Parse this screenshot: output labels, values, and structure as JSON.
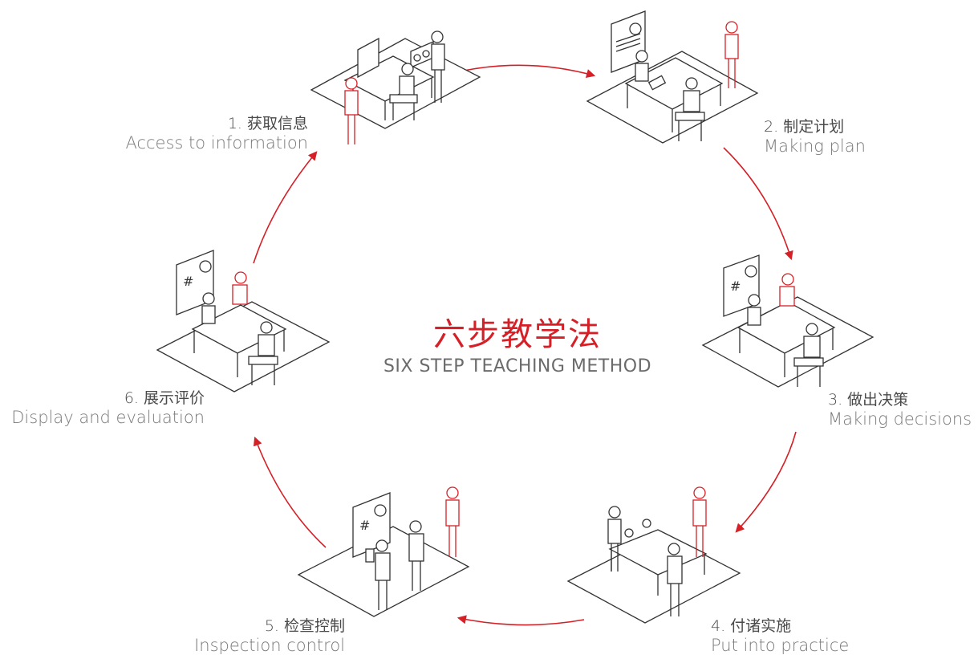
{
  "colors": {
    "accent": "#d52027",
    "line": "#3a3a3a",
    "text": "#6b6b6b"
  },
  "center": {
    "title_cn": "六步教学法",
    "title_en": "SIX STEP TEACHING METHOD"
  },
  "steps": [
    {
      "cn": "1. 获取信息",
      "en": "Access to information",
      "scene": "workstation"
    },
    {
      "cn": "2. 制定计划",
      "en": "Making plan",
      "scene": "meeting"
    },
    {
      "cn": "3. 做出决策",
      "en": "Making decisions",
      "scene": "meeting"
    },
    {
      "cn": "4. 付诸实施",
      "en": "Put into practice",
      "scene": "workbench"
    },
    {
      "cn": "5. 检查控制",
      "en": "Inspection control",
      "scene": "inspection"
    },
    {
      "cn": "6. 展示评价",
      "en": "Display and evaluation",
      "scene": "meeting"
    }
  ]
}
